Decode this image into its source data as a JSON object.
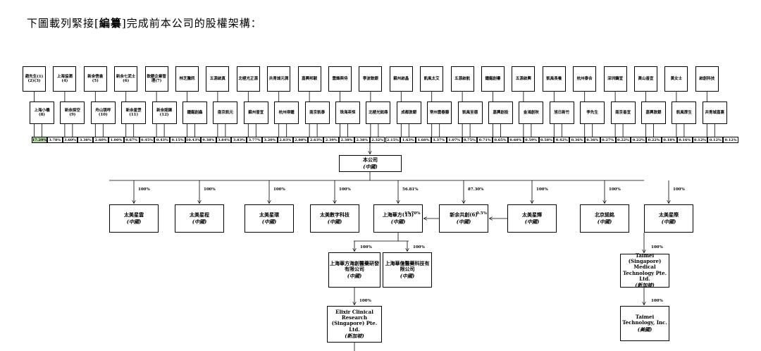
{
  "heading": {
    "pre": "下圖載列緊接[",
    "bold": "編纂",
    "post": "]完成前本公司的股權架構："
  },
  "top_row": [
    "趙先生(1)(2)(3)",
    "上海協潤(4)",
    "新余悟翕(5)",
    "新余七武士(6)",
    "軟銀企業管理(7)",
    "林芝騰訊",
    "五源啟真",
    "北極光正源",
    "共青城元潤",
    "嘉興邦駿",
    "雲鋒與侍",
    "寧波軟銀",
    "蘇州啟晶",
    "凱風太艾",
    "五源啟航",
    "鍾鍇創譽",
    "五源啟興",
    "凱風長養",
    "杭州泰合",
    "深圳鑄宜",
    "黃山善宜",
    "黃女士",
    "啟創科技"
  ],
  "bottom_row": [
    "上海小橋(8)",
    "新余探空(9)",
    "舟山镜呼(10)",
    "新余星罡(11)",
    "新余諾鍊(12)",
    "鍾鍇創鑫",
    "南京凱元",
    "蘇州普宜",
    "杭州得鍾",
    "南京凱泰",
    "珠海英恒",
    "北極光鉉鼎",
    "成都敦銀",
    "常州雲春藤",
    "凱風至德",
    "嘉興創投",
    "金鴻創秋",
    "旭日新竹",
    "李先生",
    "南京善宜",
    "嘉興敦銀",
    "凱風厚生",
    "共青城嘉熹"
  ],
  "pcts": [
    "17.29%",
    "3.78%",
    "3.60%",
    "3.38%",
    "2.60%",
    "1.00%",
    "0.67%",
    "0.45%",
    "0.43%",
    "0.15%",
    "10.43%",
    "9.38%",
    "3.84%",
    "3.83%",
    "3.77%",
    "3.20%",
    "2.83%",
    "2.80%",
    "2.63%",
    "2.39%",
    "2.38%",
    "2.38%",
    "2.32%",
    "2.15%",
    "1.63%",
    "1.60%",
    "1.37%",
    "1.07%",
    "0.75%",
    "0.71%",
    "0.65%",
    "0.60%",
    "0.59%",
    "0.58%",
    "0.42%",
    "0.36%",
    "0.36%",
    "0.27%",
    "0.22%",
    "0.22%",
    "0.22%",
    "0.18%",
    "0.16%",
    "0.12%",
    "0.12%",
    "0.12%"
  ],
  "company": {
    "name": "本公司",
    "country": "(中國)"
  },
  "subs": [
    {
      "name": "太美星雲",
      "country": "(中國)",
      "pct": "100%"
    },
    {
      "name": "太美星程",
      "country": "(中國)",
      "pct": "100%"
    },
    {
      "name": "太美星環",
      "country": "(中國)",
      "pct": "100%"
    },
    {
      "name": "太美數字科技",
      "country": "(中國)",
      "pct": "100%"
    },
    {
      "name": "上海華方(13)",
      "country": "(中國)",
      "pct": "56.81%"
    },
    {
      "name": "新余共創(6)",
      "country": "(中國)",
      "pct": "87.30%"
    },
    {
      "name": "太美星輝",
      "country": "(中國)",
      "pct": "100%"
    },
    {
      "name": "北京諾銘",
      "country": "(中國)",
      "pct": "100%"
    },
    {
      "name": "太美星際",
      "country": "(中國)",
      "pct": "100%"
    }
  ],
  "cross": {
    "xinyu_to_huafang": "15.70%",
    "xinghui_to_xinyu": "0.5%"
  },
  "huafang_subs": [
    {
      "name": "上海華方海創醫藥研發有限公司",
      "country": "(中國)",
      "pct": "100%"
    },
    {
      "name": "上海華億醫藥科技有限公司",
      "country": "(中國)",
      "pct": "100%"
    }
  ],
  "elixir": {
    "name": "Elixir Clinical Research (Singapore) Pte. Ltd.",
    "country": "(新加坡)",
    "pct": "100%"
  },
  "taimei_sg": {
    "name": "Taimei (Singapore) Medical Technology Pte. Ltd.",
    "country": "(新加坡)",
    "pct": "100%"
  },
  "taimei_us": {
    "name": "Taimei Technology, Inc.",
    "country": "(美國)",
    "pct": "100%"
  }
}
